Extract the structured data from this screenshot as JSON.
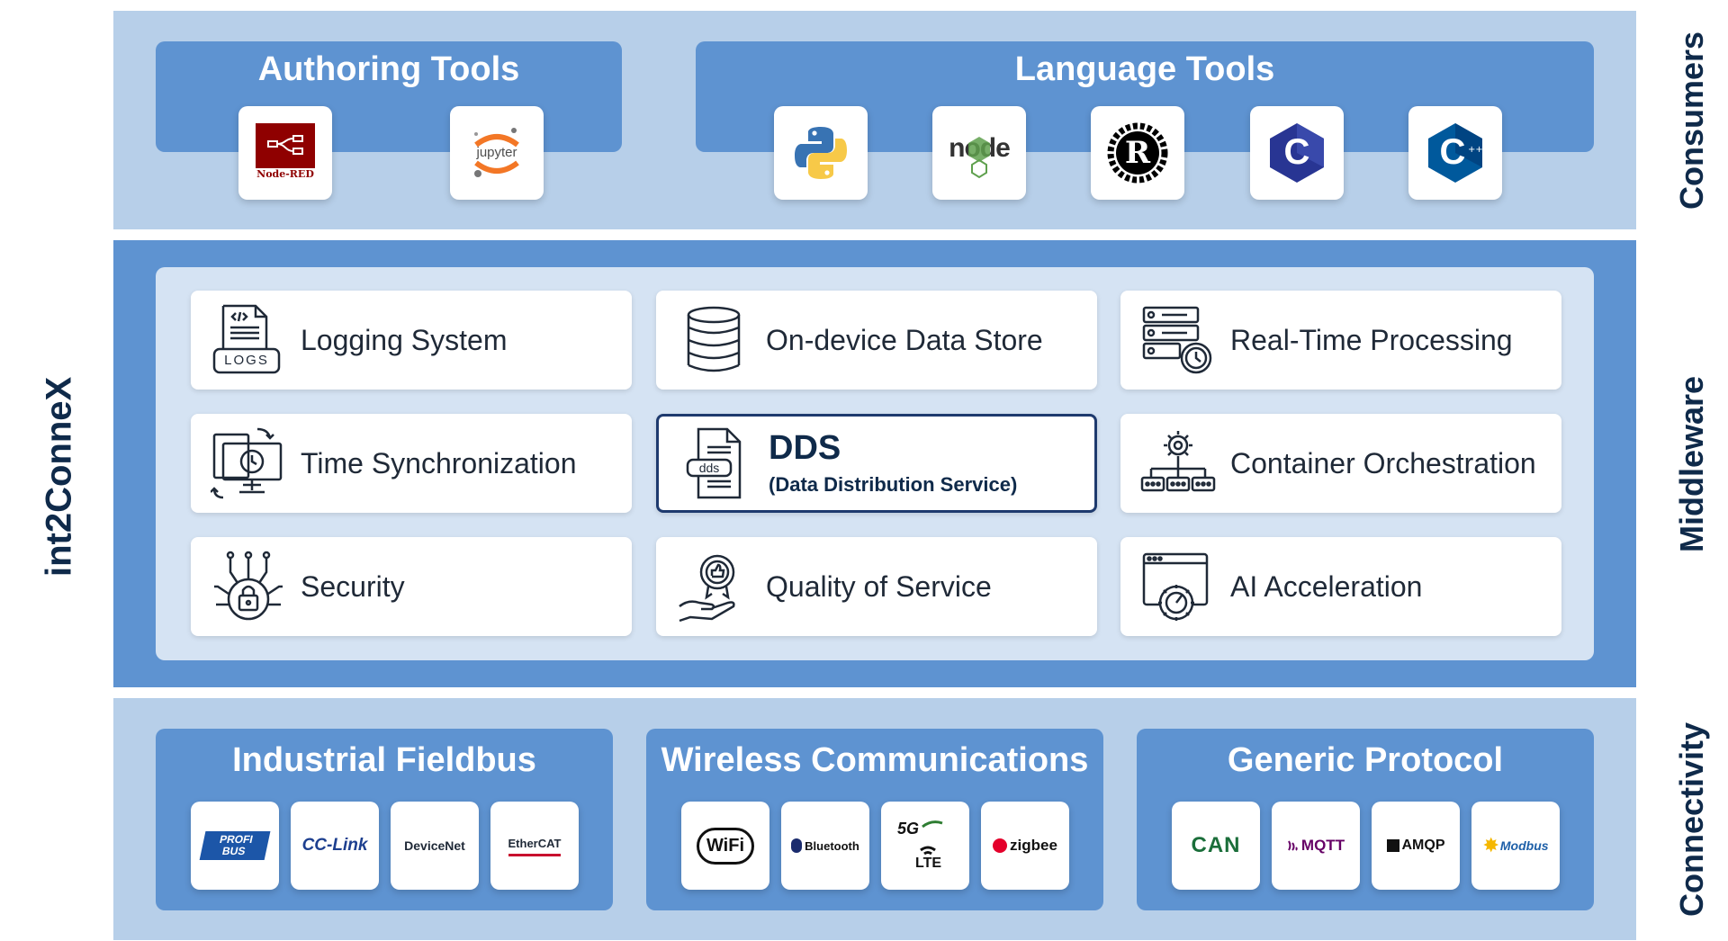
{
  "side_title": "int2ConneX",
  "layers": {
    "consumers": "Consumers",
    "middleware": "Middleware",
    "connectivity": "Connectivity"
  },
  "consumers": {
    "authoring": {
      "title": "Authoring Tools",
      "items": [
        {
          "name": "Node-RED",
          "icon": "node-red-logo",
          "text": "Node-RED"
        },
        {
          "name": "Jupyter",
          "icon": "jupyter-logo",
          "text": "jupyter"
        }
      ]
    },
    "language": {
      "title": "Language Tools",
      "items": [
        {
          "name": "Python",
          "icon": "python-logo"
        },
        {
          "name": "Node.js",
          "icon": "nodejs-logo",
          "text": "node"
        },
        {
          "name": "Rust",
          "icon": "rust-logo",
          "text": "R"
        },
        {
          "name": "C",
          "icon": "c-logo",
          "text": "C"
        },
        {
          "name": "C++",
          "icon": "cpp-logo",
          "text": "C"
        }
      ]
    }
  },
  "middleware": {
    "cards": [
      {
        "id": "logging",
        "label": "Logging System",
        "icon": "logs-icon",
        "icon_text": "LOGS"
      },
      {
        "id": "datastore",
        "label": "On-device Data Store",
        "icon": "database-icon"
      },
      {
        "id": "realtime",
        "label": "Real-Time Processing",
        "icon": "server-clock-icon"
      },
      {
        "id": "timesync",
        "label": "Time Synchronization",
        "icon": "clock-sync-icon"
      },
      {
        "id": "dds",
        "label": "DDS",
        "sublabel": "(Data Distribution Service)",
        "icon": "dds-file-icon",
        "icon_text": "dds"
      },
      {
        "id": "container",
        "label": "Container Orchestration",
        "icon": "gear-network-icon"
      },
      {
        "id": "security",
        "label": "Security",
        "icon": "lock-circuit-icon"
      },
      {
        "id": "qos",
        "label": "Quality of Service",
        "icon": "badge-hand-icon"
      },
      {
        "id": "ai",
        "label": "AI Acceleration",
        "icon": "window-gauge-icon"
      }
    ]
  },
  "connectivity": {
    "fieldbus": {
      "title": "Industrial Fieldbus",
      "items": [
        {
          "name": "PROFIBUS",
          "icon": "profibus-logo",
          "text": "PROFI BUS"
        },
        {
          "name": "CC-Link",
          "icon": "cclink-logo",
          "text": "CC-Link"
        },
        {
          "name": "DeviceNet",
          "icon": "devicenet-logo",
          "text": "DeviceNet"
        },
        {
          "name": "EtherCAT",
          "icon": "ethercat-logo",
          "text": "EtherCAT"
        }
      ]
    },
    "wireless": {
      "title": "Wireless Communications",
      "items": [
        {
          "name": "WiFi",
          "icon": "wifi-logo",
          "text": "WiFi"
        },
        {
          "name": "Bluetooth",
          "icon": "bluetooth-logo",
          "text": "Bluetooth"
        },
        {
          "name": "5G LTE",
          "icon": "5g-lte-logo",
          "text": "5G",
          "text2": "LTE"
        },
        {
          "name": "zigbee",
          "icon": "zigbee-logo",
          "text": "zigbee"
        }
      ]
    },
    "generic": {
      "title": "Generic Protocol",
      "items": [
        {
          "name": "CAN",
          "icon": "can-logo",
          "text": "CAN"
        },
        {
          "name": "MQTT",
          "icon": "mqtt-logo",
          "text": "MQTT"
        },
        {
          "name": "AMQP",
          "icon": "amqp-logo",
          "text": "AMQP"
        },
        {
          "name": "Modbus",
          "icon": "modbus-logo",
          "text": "Modbus"
        }
      ]
    }
  },
  "colors": {
    "band_light": "#b7cfe9",
    "band_dark": "#5e93d1",
    "navy": "#0f2a4a"
  }
}
